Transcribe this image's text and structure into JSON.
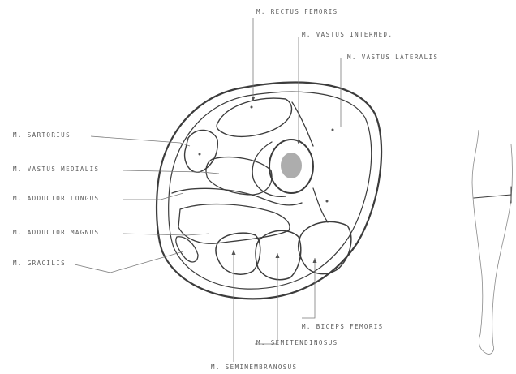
{
  "labels": {
    "rectus_femoris": "M. RECTUS FEMORIS",
    "vastus_intermedius": "M. VASTUS INTERMED.",
    "vastus_lateralis": "M. VASTUS LATERALIS",
    "sartorius": "M. SARTORIUS",
    "vastus_medialis": "M. VASTUS MEDIALIS",
    "adductor_longus": "M. ADDUCTOR LONGUS",
    "adductor_magnus": "M. ADDUCTOR MAGNUS",
    "gracilis": "M. GRACILIS",
    "biceps_femoris": "M. BICEPS FEMORIS",
    "semitendinosus": "M. SEMITENDINOSUS",
    "semimembranosus": "M. SEMIMEMBRANOSUS"
  },
  "colors": {
    "ink": "#3c3c3c",
    "label": "#5a5a5a",
    "background": "#ffffff"
  }
}
